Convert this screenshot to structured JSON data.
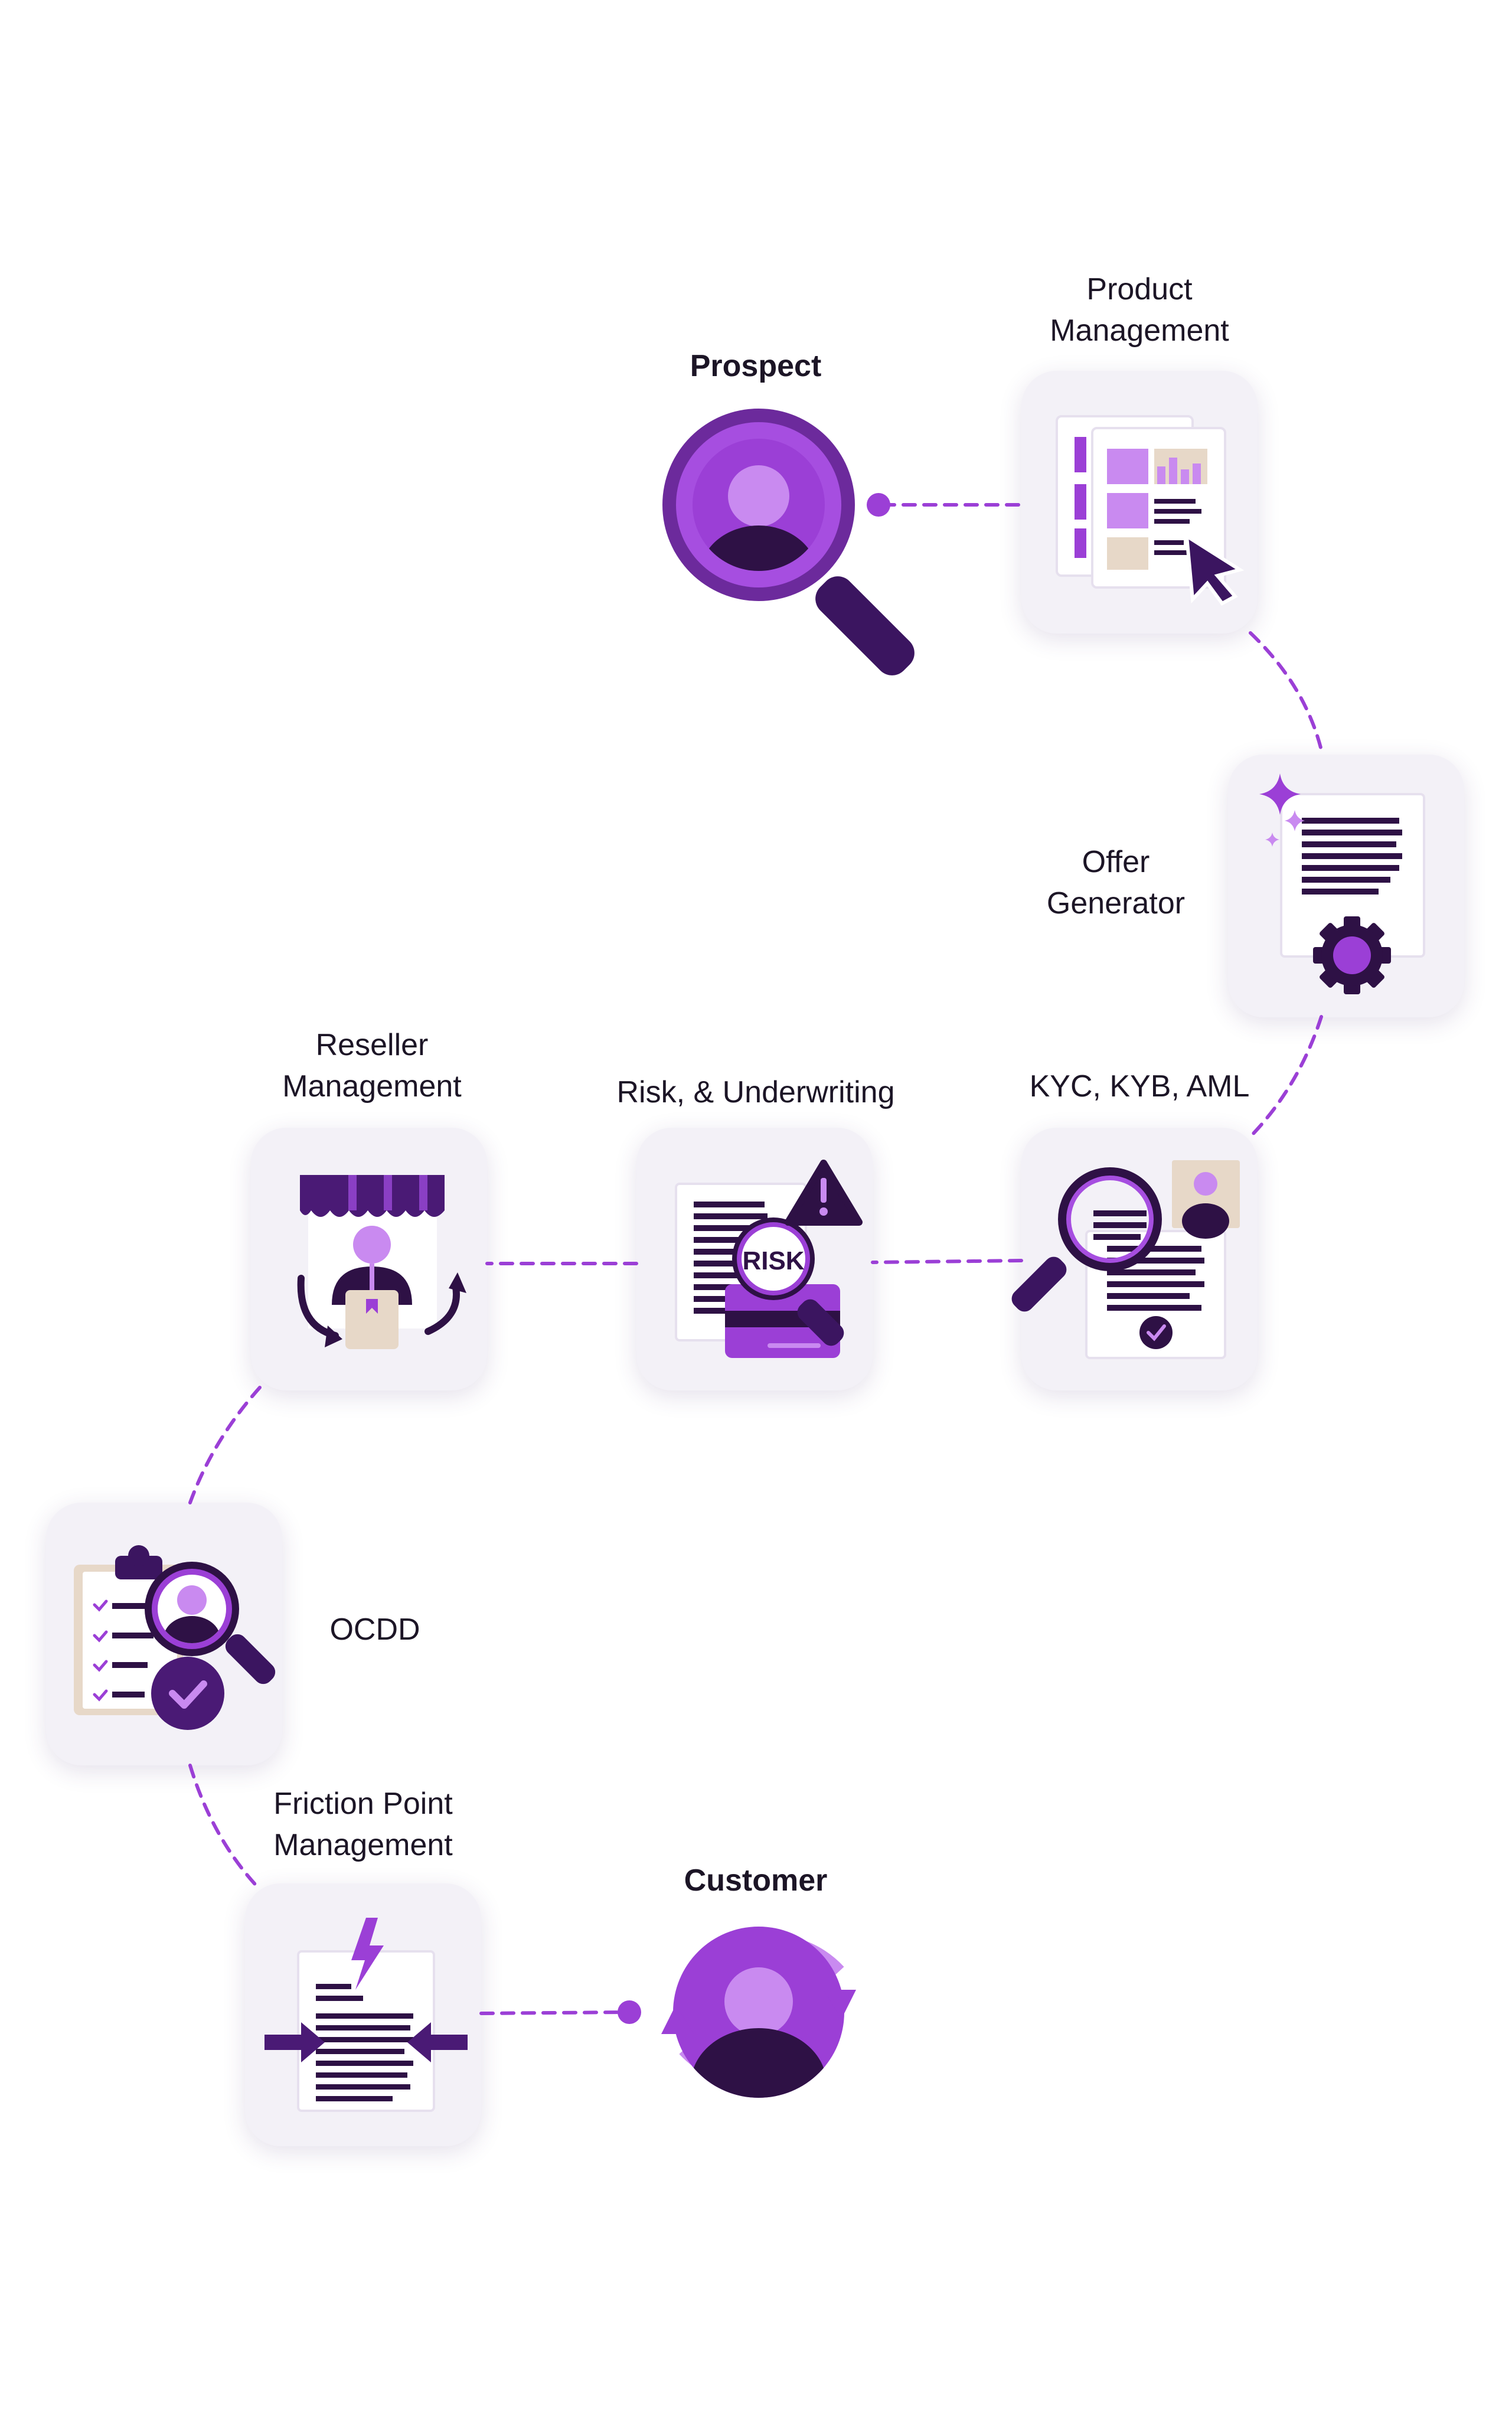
{
  "diagram": {
    "nodes": [
      {
        "id": "prospect",
        "label": "Prospect",
        "icon": "prospect-search-icon"
      },
      {
        "id": "product",
        "label": [
          "Product",
          "Management"
        ],
        "icon": "product-management-icon"
      },
      {
        "id": "offer",
        "label": [
          "Offer",
          "Generator"
        ],
        "icon": "offer-generator-icon"
      },
      {
        "id": "kyc",
        "label": "KYC, KYB, AML",
        "icon": "kyc-verification-icon"
      },
      {
        "id": "risk",
        "label": "Risk, & Underwriting",
        "icon": "risk-underwriting-icon"
      },
      {
        "id": "reseller",
        "label": [
          "Reseller",
          "Management"
        ],
        "icon": "reseller-store-icon"
      },
      {
        "id": "ocdd",
        "label": "OCDD",
        "icon": "ocdd-checklist-icon"
      },
      {
        "id": "friction",
        "label": [
          "Friction Point",
          "Management"
        ],
        "icon": "friction-document-icon"
      },
      {
        "id": "customer",
        "label": "Customer",
        "icon": "customer-cycle-icon"
      }
    ],
    "risk_badge": "RISK",
    "colors": {
      "purple": "#9b3fd6",
      "light_purple": "#c98af0",
      "dark_purple": "#2e1145",
      "card_bg": "#f3f1f7",
      "beige": "#e7d8c8",
      "connector": "#9b3fd6"
    }
  }
}
